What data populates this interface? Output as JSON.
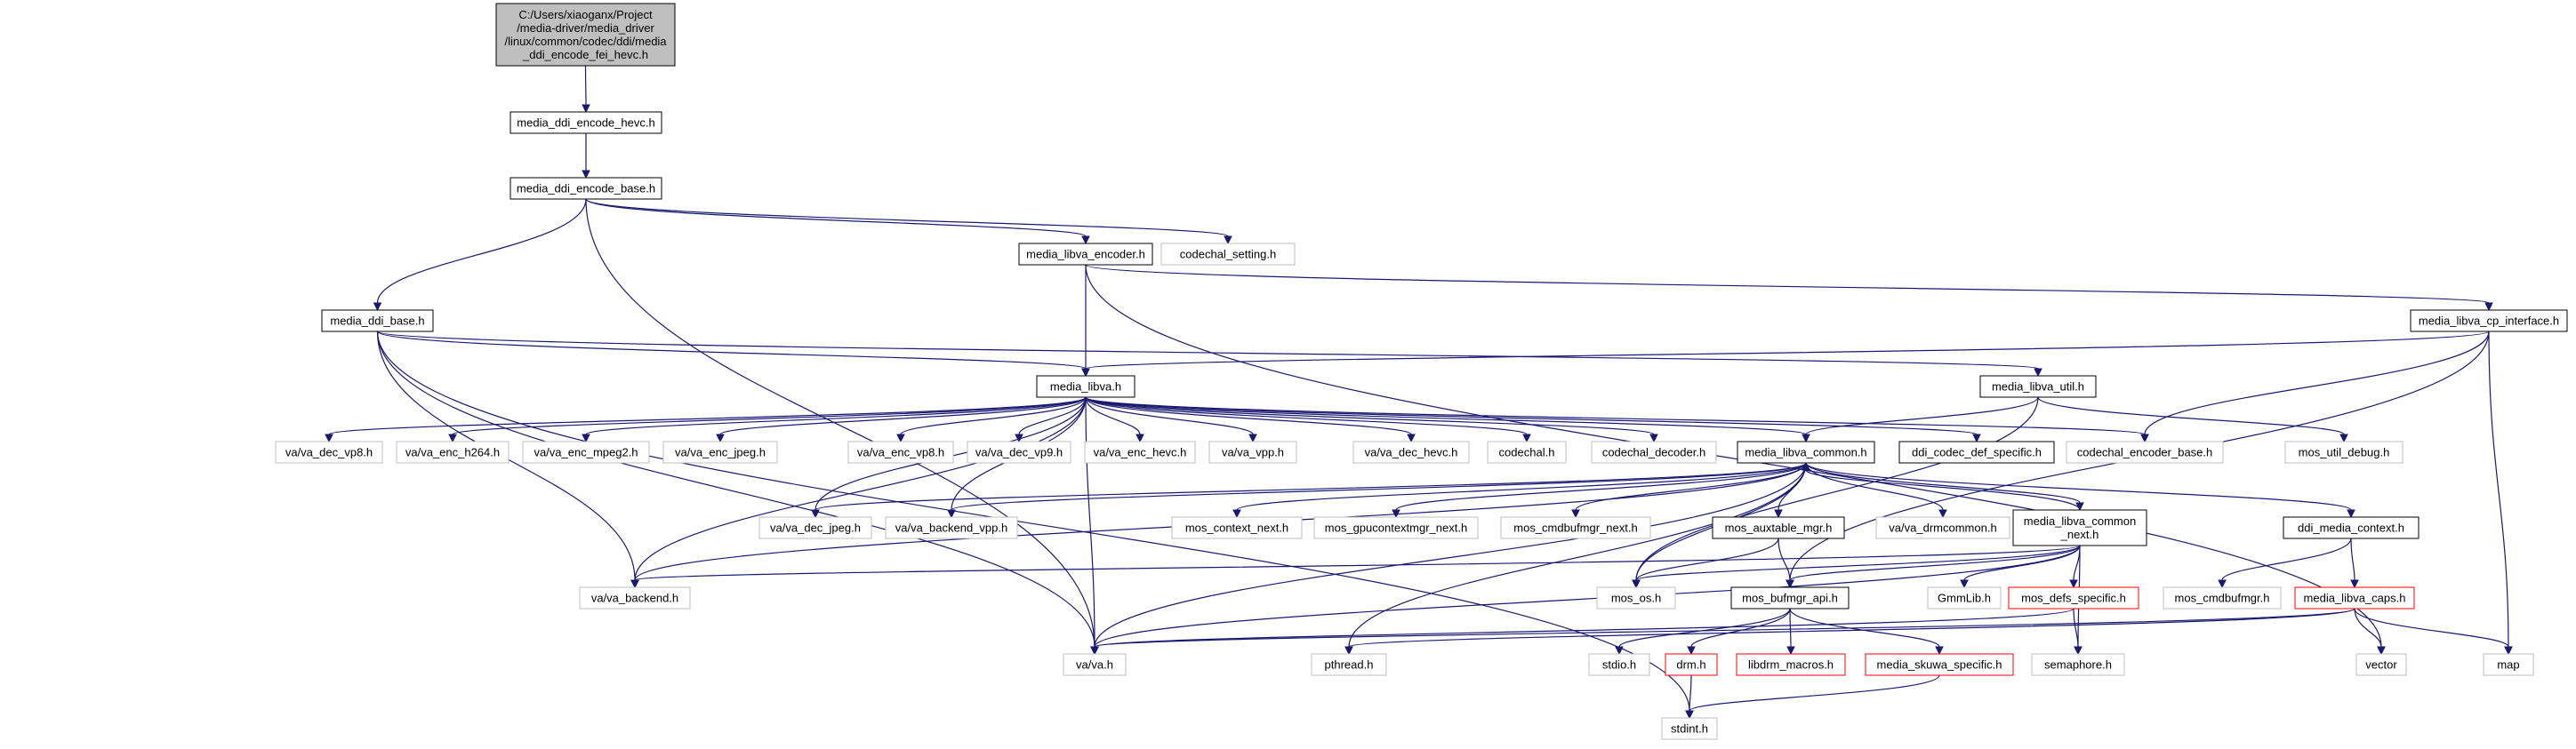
{
  "colors": {
    "edge": "#191970",
    "root_fill": "#bfbfbf",
    "root_border": "#000000",
    "documented_border": "#000000",
    "undocumented_border": "#bfbfbf",
    "truncated_border": "#ff0000",
    "node_fill": "#ffffff",
    "text": "#000000"
  },
  "nodes": [
    {
      "id": "root",
      "label": [
        "C:/Users/xiaoganx/Project",
        "/media-driver/media_driver",
        "/linux/common/codec/ddi/media",
        "_ddi_encode_fei_hevc.h"
      ],
      "kind": "root",
      "link": false
    },
    {
      "id": "encode_hevc",
      "label": [
        "media_ddi_encode_hevc.h"
      ],
      "kind": "documented",
      "link": true
    },
    {
      "id": "encode_base",
      "label": [
        "media_ddi_encode_base.h"
      ],
      "kind": "documented",
      "link": true
    },
    {
      "id": "libva_encoder",
      "label": [
        "media_libva_encoder.h"
      ],
      "kind": "documented",
      "link": true
    },
    {
      "id": "codechal_setting",
      "label": [
        "codechal_setting.h"
      ],
      "kind": "undocumented",
      "link": false
    },
    {
      "id": "ddi_base",
      "label": [
        "media_ddi_base.h"
      ],
      "kind": "documented",
      "link": true
    },
    {
      "id": "cp_interface",
      "label": [
        "media_libva_cp_interface.h"
      ],
      "kind": "documented",
      "link": true
    },
    {
      "id": "media_libva",
      "label": [
        "media_libva.h"
      ],
      "kind": "documented",
      "link": true
    },
    {
      "id": "libva_util",
      "label": [
        "media_libva_util.h"
      ],
      "kind": "documented",
      "link": true
    },
    {
      "id": "va_dec_vp8",
      "label": [
        "va/va_dec_vp8.h"
      ],
      "kind": "undocumented",
      "link": false
    },
    {
      "id": "va_enc_h264",
      "label": [
        "va/va_enc_h264.h"
      ],
      "kind": "undocumented",
      "link": false
    },
    {
      "id": "va_enc_mpeg2",
      "label": [
        "va/va_enc_mpeg2.h"
      ],
      "kind": "undocumented",
      "link": false
    },
    {
      "id": "va_enc_jpeg",
      "label": [
        "va/va_enc_jpeg.h"
      ],
      "kind": "undocumented",
      "link": false
    },
    {
      "id": "va_enc_vp8",
      "label": [
        "va/va_enc_vp8.h"
      ],
      "kind": "undocumented",
      "link": false
    },
    {
      "id": "va_dec_vp9",
      "label": [
        "va/va_dec_vp9.h"
      ],
      "kind": "undocumented",
      "link": false
    },
    {
      "id": "va_enc_hevc",
      "label": [
        "va/va_enc_hevc.h"
      ],
      "kind": "undocumented",
      "link": false
    },
    {
      "id": "va_vpp",
      "label": [
        "va/va_vpp.h"
      ],
      "kind": "undocumented",
      "link": false
    },
    {
      "id": "va_dec_hevc",
      "label": [
        "va/va_dec_hevc.h"
      ],
      "kind": "undocumented",
      "link": false
    },
    {
      "id": "codechal",
      "label": [
        "codechal.h"
      ],
      "kind": "undocumented",
      "link": false
    },
    {
      "id": "codechal_decoder",
      "label": [
        "codechal_decoder.h"
      ],
      "kind": "undocumented",
      "link": false
    },
    {
      "id": "libva_common",
      "label": [
        "media_libva_common.h"
      ],
      "kind": "documented",
      "link": true
    },
    {
      "id": "ddi_codec_def",
      "label": [
        "ddi_codec_def_specific.h"
      ],
      "kind": "documented",
      "link": true
    },
    {
      "id": "codechal_encoder_base",
      "label": [
        "codechal_encoder_base.h"
      ],
      "kind": "undocumented",
      "link": false
    },
    {
      "id": "mos_util_debug",
      "label": [
        "mos_util_debug.h"
      ],
      "kind": "undocumented",
      "link": false
    },
    {
      "id": "va_dec_jpeg",
      "label": [
        "va/va_dec_jpeg.h"
      ],
      "kind": "undocumented",
      "link": false
    },
    {
      "id": "va_backend_vpp",
      "label": [
        "va/va_backend_vpp.h"
      ],
      "kind": "undocumented",
      "link": false
    },
    {
      "id": "mos_context_next",
      "label": [
        "mos_context_next.h"
      ],
      "kind": "undocumented",
      "link": false
    },
    {
      "id": "mos_gpucontextmgr_next",
      "label": [
        "mos_gpucontextmgr_next.h"
      ],
      "kind": "undocumented",
      "link": false
    },
    {
      "id": "mos_cmdbufmgr_next",
      "label": [
        "mos_cmdbufmgr_next.h"
      ],
      "kind": "undocumented",
      "link": false
    },
    {
      "id": "mos_auxtable_mgr",
      "label": [
        "mos_auxtable_mgr.h"
      ],
      "kind": "documented",
      "link": true
    },
    {
      "id": "va_drmcommon",
      "label": [
        "va/va_drmcommon.h"
      ],
      "kind": "undocumented",
      "link": false
    },
    {
      "id": "libva_common_next",
      "label": [
        "media_libva_common",
        "_next.h"
      ],
      "kind": "documented",
      "link": true
    },
    {
      "id": "ddi_media_context",
      "label": [
        "ddi_media_context.h"
      ],
      "kind": "documented",
      "link": true
    },
    {
      "id": "va_backend",
      "label": [
        "va/va_backend.h"
      ],
      "kind": "undocumented",
      "link": false
    },
    {
      "id": "mos_os",
      "label": [
        "mos_os.h"
      ],
      "kind": "undocumented",
      "link": false
    },
    {
      "id": "mos_bufmgr_api",
      "label": [
        "mos_bufmgr_api.h"
      ],
      "kind": "documented",
      "link": true
    },
    {
      "id": "gmmlib",
      "label": [
        "GmmLib.h"
      ],
      "kind": "undocumented",
      "link": false
    },
    {
      "id": "mos_defs_specific",
      "label": [
        "mos_defs_specific.h"
      ],
      "kind": "truncated",
      "link": true
    },
    {
      "id": "mos_cmdbufmgr",
      "label": [
        "mos_cmdbufmgr.h"
      ],
      "kind": "undocumented",
      "link": false
    },
    {
      "id": "libva_caps",
      "label": [
        "media_libva_caps.h"
      ],
      "kind": "truncated",
      "link": true
    },
    {
      "id": "va_h",
      "label": [
        "va/va.h"
      ],
      "kind": "undocumented",
      "link": false
    },
    {
      "id": "pthread",
      "label": [
        "pthread.h"
      ],
      "kind": "undocumented",
      "link": false
    },
    {
      "id": "stdio",
      "label": [
        "stdio.h"
      ],
      "kind": "undocumented",
      "link": false
    },
    {
      "id": "drm",
      "label": [
        "drm.h"
      ],
      "kind": "truncated",
      "link": true
    },
    {
      "id": "libdrm_macros",
      "label": [
        "libdrm_macros.h"
      ],
      "kind": "truncated",
      "link": true
    },
    {
      "id": "media_skuwa_specific",
      "label": [
        "media_skuwa_specific.h"
      ],
      "kind": "truncated",
      "link": true
    },
    {
      "id": "semaphore",
      "label": [
        "semaphore.h"
      ],
      "kind": "undocumented",
      "link": false
    },
    {
      "id": "vector",
      "label": [
        "vector"
      ],
      "kind": "undocumented",
      "link": false
    },
    {
      "id": "map",
      "label": [
        "map"
      ],
      "kind": "undocumented",
      "link": false
    },
    {
      "id": "stdint",
      "label": [
        "stdint.h"
      ],
      "kind": "undocumented",
      "link": false
    }
  ],
  "edges": [
    [
      "root",
      "encode_hevc"
    ],
    [
      "encode_hevc",
      "encode_base"
    ],
    [
      "encode_base",
      "va_h"
    ],
    [
      "encode_base",
      "ddi_base"
    ],
    [
      "encode_base",
      "libva_encoder"
    ],
    [
      "encode_base",
      "codechal_setting"
    ],
    [
      "libva_encoder",
      "media_libva"
    ],
    [
      "libva_encoder",
      "cp_interface"
    ],
    [
      "libva_encoder",
      "vector"
    ],
    [
      "ddi_base",
      "media_libva"
    ],
    [
      "ddi_base",
      "libva_util"
    ],
    [
      "ddi_base",
      "va_backend"
    ],
    [
      "ddi_base",
      "va_h"
    ],
    [
      "ddi_base",
      "stdint"
    ],
    [
      "cp_interface",
      "media_libva"
    ],
    [
      "cp_interface",
      "codechal_encoder_base"
    ],
    [
      "cp_interface",
      "mos_bufmgr_api"
    ],
    [
      "cp_interface",
      "map"
    ],
    [
      "media_libva",
      "va_dec_vp8"
    ],
    [
      "media_libva",
      "va_enc_h264"
    ],
    [
      "media_libva",
      "va_enc_mpeg2"
    ],
    [
      "media_libva",
      "va_enc_jpeg"
    ],
    [
      "media_libva",
      "va_enc_vp8"
    ],
    [
      "media_libva",
      "va_dec_vp9"
    ],
    [
      "media_libva",
      "va_enc_hevc"
    ],
    [
      "media_libva",
      "va_vpp"
    ],
    [
      "media_libva",
      "va_dec_hevc"
    ],
    [
      "media_libva",
      "codechal"
    ],
    [
      "media_libva",
      "codechal_decoder"
    ],
    [
      "media_libva",
      "libva_common"
    ],
    [
      "media_libva",
      "ddi_codec_def"
    ],
    [
      "media_libva",
      "codechal_encoder_base"
    ],
    [
      "media_libva",
      "va_dec_jpeg"
    ],
    [
      "media_libva",
      "va_backend_vpp"
    ],
    [
      "media_libva",
      "va_backend"
    ],
    [
      "media_libva",
      "va_h"
    ],
    [
      "libva_util",
      "libva_common"
    ],
    [
      "libva_util",
      "mos_util_debug"
    ],
    [
      "libva_util",
      "mos_os"
    ],
    [
      "libva_common",
      "va_dec_jpeg"
    ],
    [
      "libva_common",
      "va_backend_vpp"
    ],
    [
      "libva_common",
      "mos_context_next"
    ],
    [
      "libva_common",
      "mos_gpucontextmgr_next"
    ],
    [
      "libva_common",
      "mos_cmdbufmgr_next"
    ],
    [
      "libva_common",
      "mos_auxtable_mgr"
    ],
    [
      "libva_common",
      "va_drmcommon"
    ],
    [
      "libva_common",
      "libva_common_next"
    ],
    [
      "libva_common",
      "ddi_media_context"
    ],
    [
      "libva_common",
      "va_backend"
    ],
    [
      "libva_common",
      "mos_os"
    ],
    [
      "libva_common",
      "va_h"
    ],
    [
      "libva_common",
      "pthread"
    ],
    [
      "libva_common_next",
      "libva_common"
    ],
    [
      "libva_common_next",
      "va_backend"
    ],
    [
      "libva_common_next",
      "mos_os"
    ],
    [
      "libva_common_next",
      "mos_bufmgr_api"
    ],
    [
      "libva_common_next",
      "gmmlib"
    ],
    [
      "libva_common_next",
      "mos_defs_specific"
    ],
    [
      "libva_common_next",
      "semaphore"
    ],
    [
      "libva_common_next",
      "va_h"
    ],
    [
      "mos_auxtable_mgr",
      "mos_os"
    ],
    [
      "mos_auxtable_mgr",
      "mos_bufmgr_api"
    ],
    [
      "mos_bufmgr_api",
      "stdio"
    ],
    [
      "mos_bufmgr_api",
      "drm"
    ],
    [
      "mos_bufmgr_api",
      "libdrm_macros"
    ],
    [
      "mos_bufmgr_api",
      "media_skuwa_specific"
    ],
    [
      "mos_defs_specific",
      "semaphore"
    ],
    [
      "mos_defs_specific",
      "va_h"
    ],
    [
      "ddi_media_context",
      "mos_cmdbufmgr"
    ],
    [
      "ddi_media_context",
      "libva_caps"
    ],
    [
      "libva_caps",
      "va_h"
    ],
    [
      "libva_caps",
      "vector"
    ],
    [
      "libva_caps",
      "map"
    ],
    [
      "libva_caps",
      "pthread"
    ],
    [
      "drm",
      "stdint"
    ],
    [
      "media_skuwa_specific",
      "stdint"
    ]
  ]
}
